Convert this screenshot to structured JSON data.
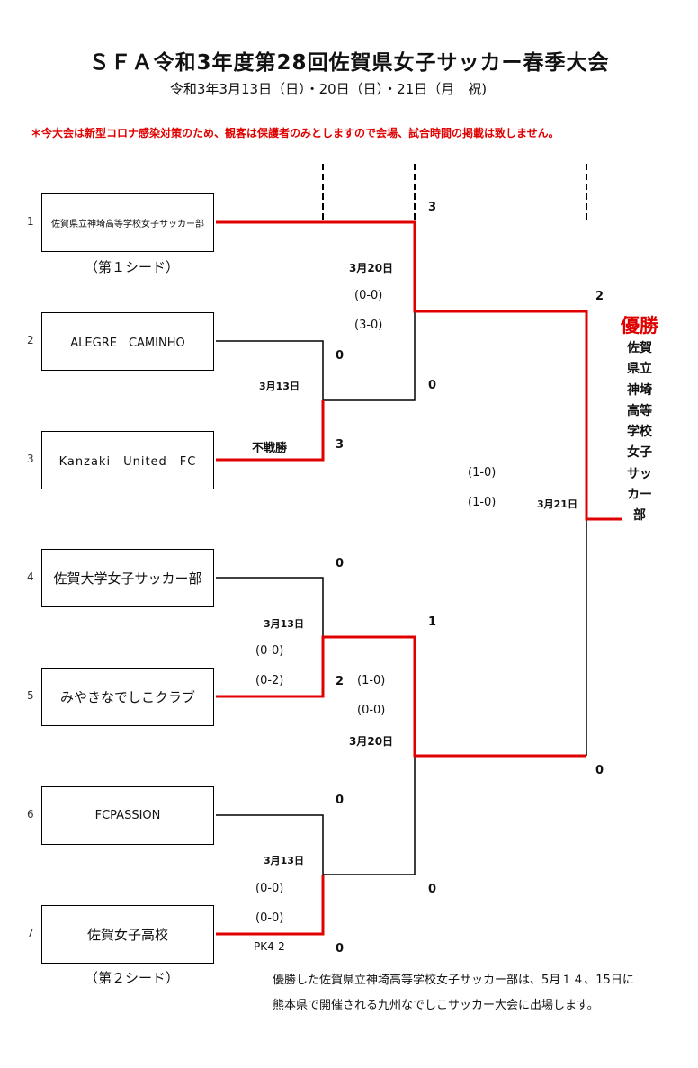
{
  "title": "ＳＦＡ令和3年度第28回佐賀県女子サッカー春季大会",
  "dates": "令和3年3月13日（日）・20日（日）・21日（月　祝)",
  "notice": "＊今大会は新型コロナ感染対策のため、観客は保護者のみとしますので会場、試合時間の掲載は致しません。",
  "teams": [
    {
      "no": "1",
      "name": "佐賀県立神埼高等学校女子サッカー部"
    },
    {
      "no": "2",
      "name": "ALEGRE　CAMINHO"
    },
    {
      "no": "3",
      "name": "Kanzaki　United　FC"
    },
    {
      "no": "4",
      "name": "佐賀大学女子サッカー部"
    },
    {
      "no": "5",
      "name": "みやきなでしこクラブ"
    },
    {
      "no": "6",
      "name": "FCPASSION"
    },
    {
      "no": "7",
      "name": "佐賀女子高校"
    }
  ],
  "seeds": {
    "first": "（第１シード）",
    "second": "（第２シード）"
  },
  "matches": {
    "m_2_3": {
      "date": "3月13日",
      "note": "不戦勝",
      "score_top": "0",
      "score_bottom": "3"
    },
    "m_4_5": {
      "date": "3月13日",
      "halves": [
        "(0-0)",
        "(0-2)"
      ],
      "score_top": "0",
      "score_bottom": "2"
    },
    "m_6_7": {
      "date": "3月13日",
      "halves": [
        "(0-0)",
        "(0-0)"
      ],
      "pk": "PK4-2",
      "score_top": "0",
      "score_bottom": "0"
    },
    "semi1": {
      "date": "3月20日",
      "halves": [
        "(0-0)",
        "(3-0)"
      ],
      "score_top": "3",
      "score_bottom": "0"
    },
    "semi2": {
      "date": "3月20日",
      "halves": [
        "(1-0)",
        "(0-0)"
      ],
      "score_top": "1",
      "score_bottom": "0"
    },
    "final": {
      "date": "3月21日",
      "halves": [
        "(1-0)",
        "(1-0)"
      ],
      "score_top": "2",
      "score_bottom": "0"
    }
  },
  "champion": {
    "heading": "優勝",
    "name": "佐賀県立神埼高等学校女子サッカー部"
  },
  "footer": [
    "優勝した佐賀県立神埼高等学校女子サッカー部は、5月１４、15日に",
    "熊本県で開催される九州なでしこサッカー大会に出場します。"
  ],
  "colors": {
    "winner_line": "#e00000",
    "line": "#000000",
    "champion": "#e00000"
  }
}
